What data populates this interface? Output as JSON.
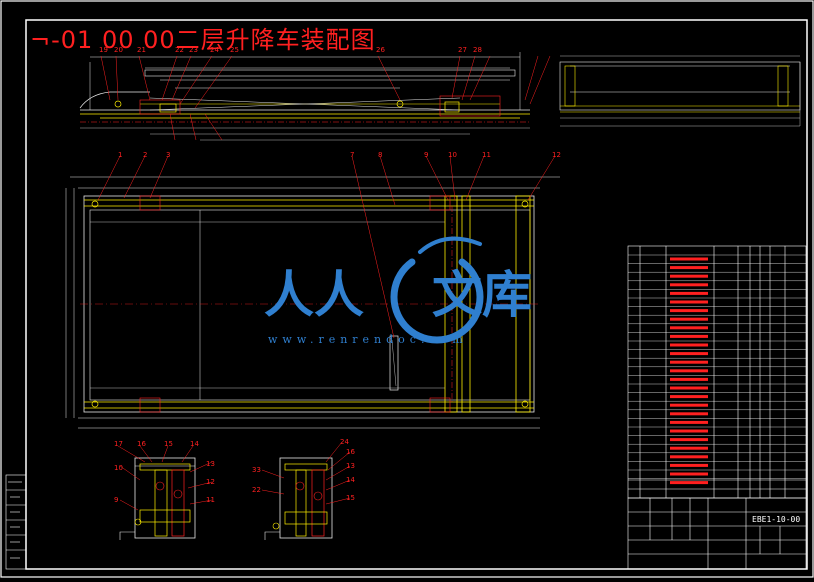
{
  "drawing": {
    "title": "¬-01 00 00二层升降车装配图",
    "code": "EBE1-10-00"
  },
  "watermark": {
    "text_left": "人人",
    "text_right": "文库",
    "url": "www.renrendoc.com"
  },
  "colors": {
    "background": "#000000",
    "frame": "#ffffff",
    "red": "#ff2020",
    "yellow": "#ffee00",
    "white": "#e8e8e8",
    "watermark_blue": "#2f7fcf"
  },
  "balloons_top": [
    "19",
    "20",
    "21",
    "22",
    "23",
    "24",
    "25",
    "26",
    "27",
    "28"
  ],
  "balloons_mid": [
    "1",
    "2",
    "3",
    "7",
    "8",
    "9",
    "10",
    "11",
    "12"
  ],
  "balloons_bottom_left": [
    "17",
    "16",
    "15",
    "14",
    "13",
    "12",
    "11",
    "10",
    "9"
  ],
  "balloons_bottom_right": [
    "33",
    "22",
    "24",
    "16",
    "13",
    "14",
    "15"
  ]
}
